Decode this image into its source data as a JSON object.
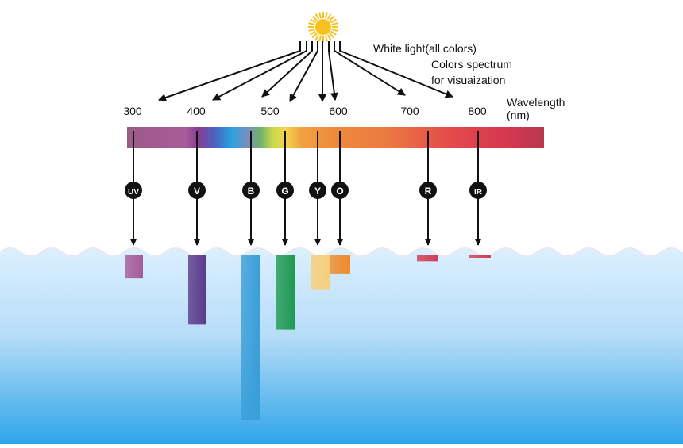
{
  "annotations": {
    "white_light": "White light(all colors)",
    "spectrum_line1": "Colors spectrum",
    "spectrum_line2": "for visuaization",
    "wavelength_line1": "Wavelength",
    "wavelength_line2": "(nm)"
  },
  "wavelength_ticks": [
    "300",
    "400",
    "500",
    "600",
    "700",
    "800"
  ],
  "colors": {
    "uv": "#a65a9a",
    "violet": "#5b3a8a",
    "blue": "#3a9ed8",
    "green": "#1f9a52",
    "yellow": "#f7cf7a",
    "orange": "#ef8a2a",
    "red": "#d23a55",
    "sun": "#f7c21f",
    "water_top": "#d9efff",
    "water_bottom": "#2da4e6"
  },
  "color_bands": [
    {
      "label": "UV",
      "color_key": "uv",
      "penetration": 0.14
    },
    {
      "label": "V",
      "color_key": "violet",
      "penetration": 0.42
    },
    {
      "label": "B",
      "color_key": "blue",
      "penetration": 1.0
    },
    {
      "label": "G",
      "color_key": "green",
      "penetration": 0.45
    },
    {
      "label": "Y",
      "color_key": "yellow",
      "penetration": 0.21
    },
    {
      "label": "O",
      "color_key": "orange",
      "penetration": 0.11
    },
    {
      "label": "R",
      "color_key": "red",
      "penetration": 0.04
    },
    {
      "label": "IR",
      "color_key": "red",
      "penetration": 0.02
    }
  ]
}
